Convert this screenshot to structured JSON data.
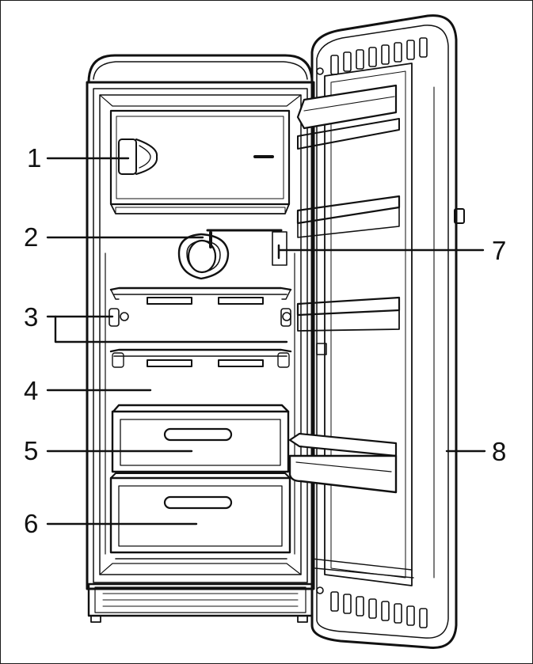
{
  "diagram": {
    "subject": "refrigerator-interior-labeled",
    "callouts": [
      {
        "id": "c1",
        "label": "1"
      },
      {
        "id": "c2",
        "label": "2"
      },
      {
        "id": "c3",
        "label": "3"
      },
      {
        "id": "c4",
        "label": "4"
      },
      {
        "id": "c5",
        "label": "5"
      },
      {
        "id": "c6",
        "label": "6"
      },
      {
        "id": "c7",
        "label": "7"
      },
      {
        "id": "c8",
        "label": "8"
      }
    ],
    "colors": {
      "line": "#111111",
      "background": "#ffffff"
    }
  }
}
